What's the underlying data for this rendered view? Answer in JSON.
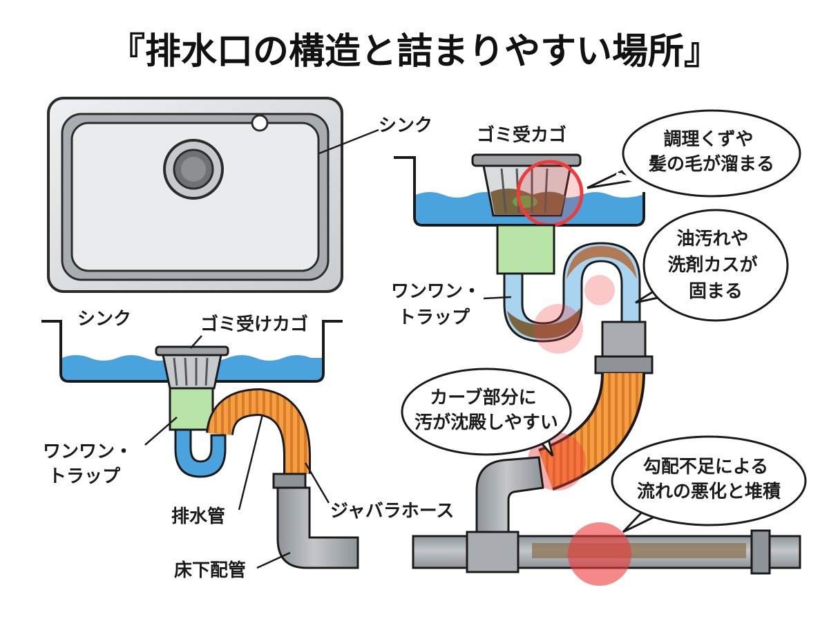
{
  "title": "『排水口の構造と詰まりやすい場所』",
  "sink_top": {
    "label": "シンク"
  },
  "left_diagram": {
    "sink_label": "シンク",
    "basket_label": "ゴミ受けカゴ",
    "trap_label_line1": "ワンワン・",
    "trap_label_line2": "トラップ",
    "drain_pipe_label": "排水管",
    "hose_label": "ジャバラホース",
    "floor_pipe_label": "床下配管"
  },
  "right_diagram": {
    "basket_label": "ゴミ受カゴ",
    "trap_label_line1": "ワンワン・",
    "trap_label_line2": "トラップ",
    "bubbles": {
      "basket": [
        "調理くずや",
        "髪の毛が溜まる"
      ],
      "trap": [
        "油汚れや",
        "洗剤カスが",
        "固まる"
      ],
      "curve": [
        "カーブ部分に",
        "汚が沈殿しやすい"
      ],
      "floor": [
        "勾配不足による",
        "流れの悪化と堆積"
      ]
    }
  },
  "colors": {
    "water": "#4aa3dc",
    "trap_green": "#b9e4a8",
    "hose_orange": "#f5a040",
    "pipe_gray": "#a9adb1",
    "sludge": "#7a6440",
    "highlight_red": "#ef3b3b"
  }
}
